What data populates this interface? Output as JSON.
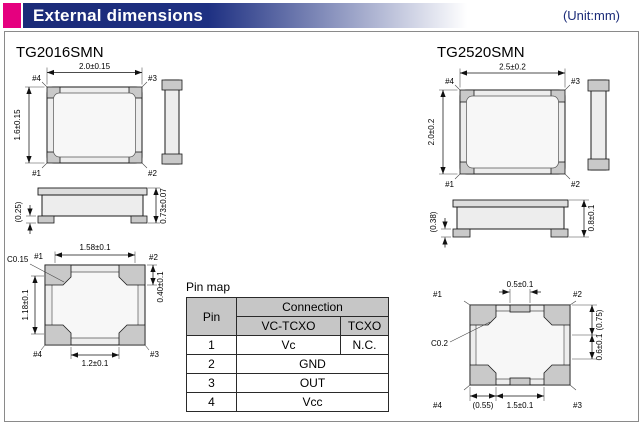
{
  "header": {
    "title": "External dimensions",
    "unit": "(Unit:mm)"
  },
  "colors": {
    "accent_magenta": "#e5007f",
    "band_navy": "#1b2b78",
    "table_header_gray": "#c6c6c6"
  },
  "tg2016": {
    "title": "TG2016SMN",
    "top_view": {
      "width": "2.0±0.15",
      "height": "1.6±0.15",
      "pins": {
        "tl": "#4",
        "tr": "#3",
        "bl": "#1",
        "br": "#2"
      }
    },
    "side_view": {
      "standoff": "(0.25)",
      "height": "0.73±0.07"
    },
    "bottom_view": {
      "pad_span": "1.58±0.1",
      "chamfer": "C0.15",
      "pad_pitch_v": "1.18±0.1",
      "pad_height": "0.40±0.1",
      "pad_pitch_h": "1.2±0.1",
      "pins": {
        "tl": "#1",
        "tr": "#2",
        "bl": "#4",
        "br": "#3"
      }
    }
  },
  "tg2520": {
    "title": "TG2520SMN",
    "top_view": {
      "width": "2.5±0.2",
      "height": "2.0±0.2",
      "pins": {
        "tl": "#4",
        "tr": "#3",
        "bl": "#1",
        "br": "#2"
      }
    },
    "side_view": {
      "standoff": "(0.38)",
      "height": "0.8±0.1"
    },
    "bottom_view": {
      "tab_width": "0.5±0.1",
      "ref_height": "(0.75)",
      "pad_height": "0.6±0.1",
      "chamfer": "C0.2",
      "ref_offset": "(0.55)",
      "pad_pitch_h": "1.5±0.1",
      "pins": {
        "tl": "#1",
        "tr": "#2",
        "bl": "#4",
        "br": "#3"
      }
    }
  },
  "pin_map": {
    "label": "Pin map",
    "headers": {
      "pin": "Pin",
      "connection": "Connection",
      "vc_tcxo": "VC-TCXO",
      "tcxo": "TCXO"
    },
    "rows": [
      {
        "pin": "1",
        "vc_tcxo": "Vc",
        "tcxo": "N.C."
      },
      {
        "pin": "2",
        "connection": "GND"
      },
      {
        "pin": "3",
        "connection": "OUT"
      },
      {
        "pin": "4",
        "connection": "Vcc"
      }
    ]
  }
}
